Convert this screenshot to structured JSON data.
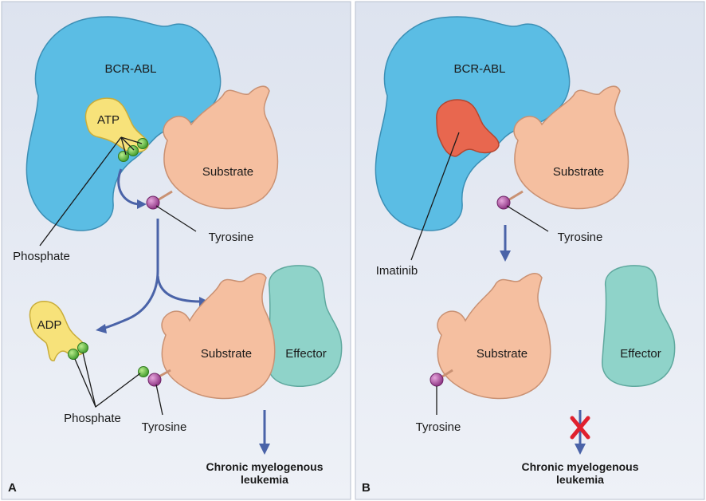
{
  "panel_a": {
    "letter": "A",
    "bcr_abl": "BCR-ABL",
    "atp": "ATP",
    "substrate_top": "Substrate",
    "phosphate_top": "Phosphate",
    "tyrosine_top": "Tyrosine",
    "adp": "ADP",
    "substrate_bottom": "Substrate",
    "effector": "Effector",
    "phosphate_bottom": "Phosphate",
    "tyrosine_bottom": "Tyrosine",
    "outcome_line1": "Chronic myelogenous",
    "outcome_line2": "leukemia"
  },
  "panel_b": {
    "letter": "B",
    "bcr_abl": "BCR-ABL",
    "substrate_top": "Substrate",
    "imatinib": "Imatinib",
    "tyrosine_top": "Tyrosine",
    "substrate_bottom": "Substrate",
    "effector": "Effector",
    "tyrosine_bottom": "Tyrosine",
    "outcome_line1": "Chronic myelogenous",
    "outcome_line2": "leukemia"
  },
  "colors": {
    "bcr_abl": "#5bbde4",
    "substrate": "#f5bfa0",
    "effector": "#8fd3c9",
    "atp": "#f7e27a",
    "imatinib": "#e8674f",
    "phosphate": "#6bbf4a",
    "tyrosine": "#9b3f8e",
    "arrow": "#4a63a8",
    "block_x": "#e0202e"
  }
}
